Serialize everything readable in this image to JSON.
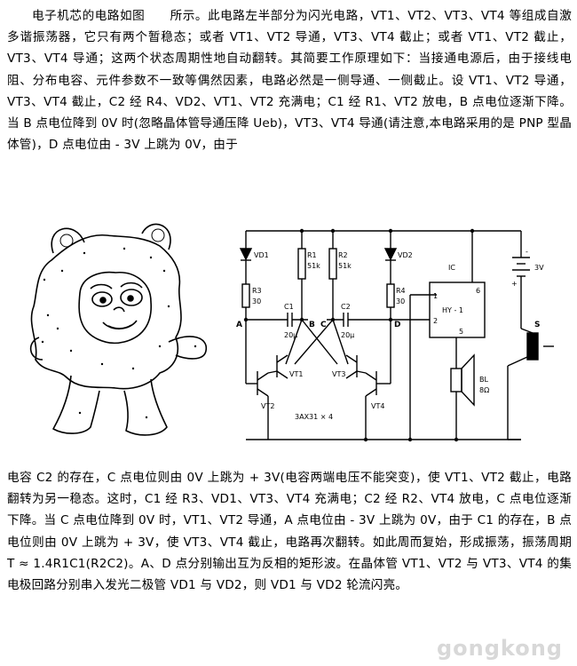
{
  "text": {
    "top": "电子机芯的电路如图　　所示。此电路左半部分为闪光电路，VT1、VT2、VT3、VT4 等组成自激多谐振荡器，它只有两个暂稳态；或者 VT1、VT2 导通，VT3、VT4 截止；或者 VT1、VT2 截止，VT3、VT4 导通；这两个状态周期性地自动翻转。其简要工作原理如下：当接通电源后，由于接线电阻、分布电容、元件参数不一致等偶然因素，电路必然是一侧导通、一侧截止。设 VT1、VT2 导通，VT3、VT4 截止，C2 经 R4、VD2、VT1、VT2 充满电；C1 经 R1、VT2 放电，B 点电位逐渐下降。当 B 点电位降到 0V 时(忽略晶体管导通压降 Ueb)，VT3、VT4 导通(请注意,本电路采用的是 PNP 型晶体管)，D 点电位由 - 3V 上跳为 0V，由于",
    "bottom": "电容 C2 的存在，C 点电位则由 0V 上跳为 + 3V(电容两端电压不能突变)，使 VT1、VT2 截止，电路翻转为另一稳态。这时，C1 经 R3、VD1、VT3、VT4 充满电；C2 经 R2、VT4 放电，C 点电位逐渐下降。当 C 点电位降到 0V 时，VT1、VT2 导通，A 点电位由 - 3V 上跳为 0V，由于 C1 的存在，B 点电位则由 0V 上跳为 + 3V，使 VT3、VT4 截止，电路再次翻转。如此周而复始，形成振荡，振荡周期 T ≈ 1.4R1C1(R2C2)。A、D 点分别输出互为反相的矩形波。在晶体管 VT1、VT2 与 VT3、VT4 的集电极回路分别串入发光二极管 VD1 与 VD2，则 VD1 与 VD2 轮流闪亮。"
  },
  "circuit": {
    "vd1": "VD1",
    "vd2": "VD2",
    "r1": "R1",
    "r1v": "51k",
    "r2": "R2",
    "r2v": "51k",
    "r3": "R3",
    "r3v": "30",
    "r4": "R4",
    "r4v": "30",
    "c1": "C1",
    "c1v": "20μ",
    "c2": "C2",
    "c2v": "20μ",
    "a": "A",
    "b": "B",
    "c": "C",
    "d": "D",
    "vt1": "VT1",
    "vt2": "VT2",
    "vt3": "VT3",
    "vt4": "VT4",
    "trans": "3AX31 × 4",
    "ic": "IC",
    "ic_name": "HY - 1",
    "pin6": "6",
    "pin1": "1",
    "pin2": "2",
    "pin5": "5",
    "bl": "BL",
    "blv": "8Ω",
    "batt": "3V",
    "minus": "-",
    "plus": "+",
    "switch": "S"
  },
  "watermark": "gongkong"
}
